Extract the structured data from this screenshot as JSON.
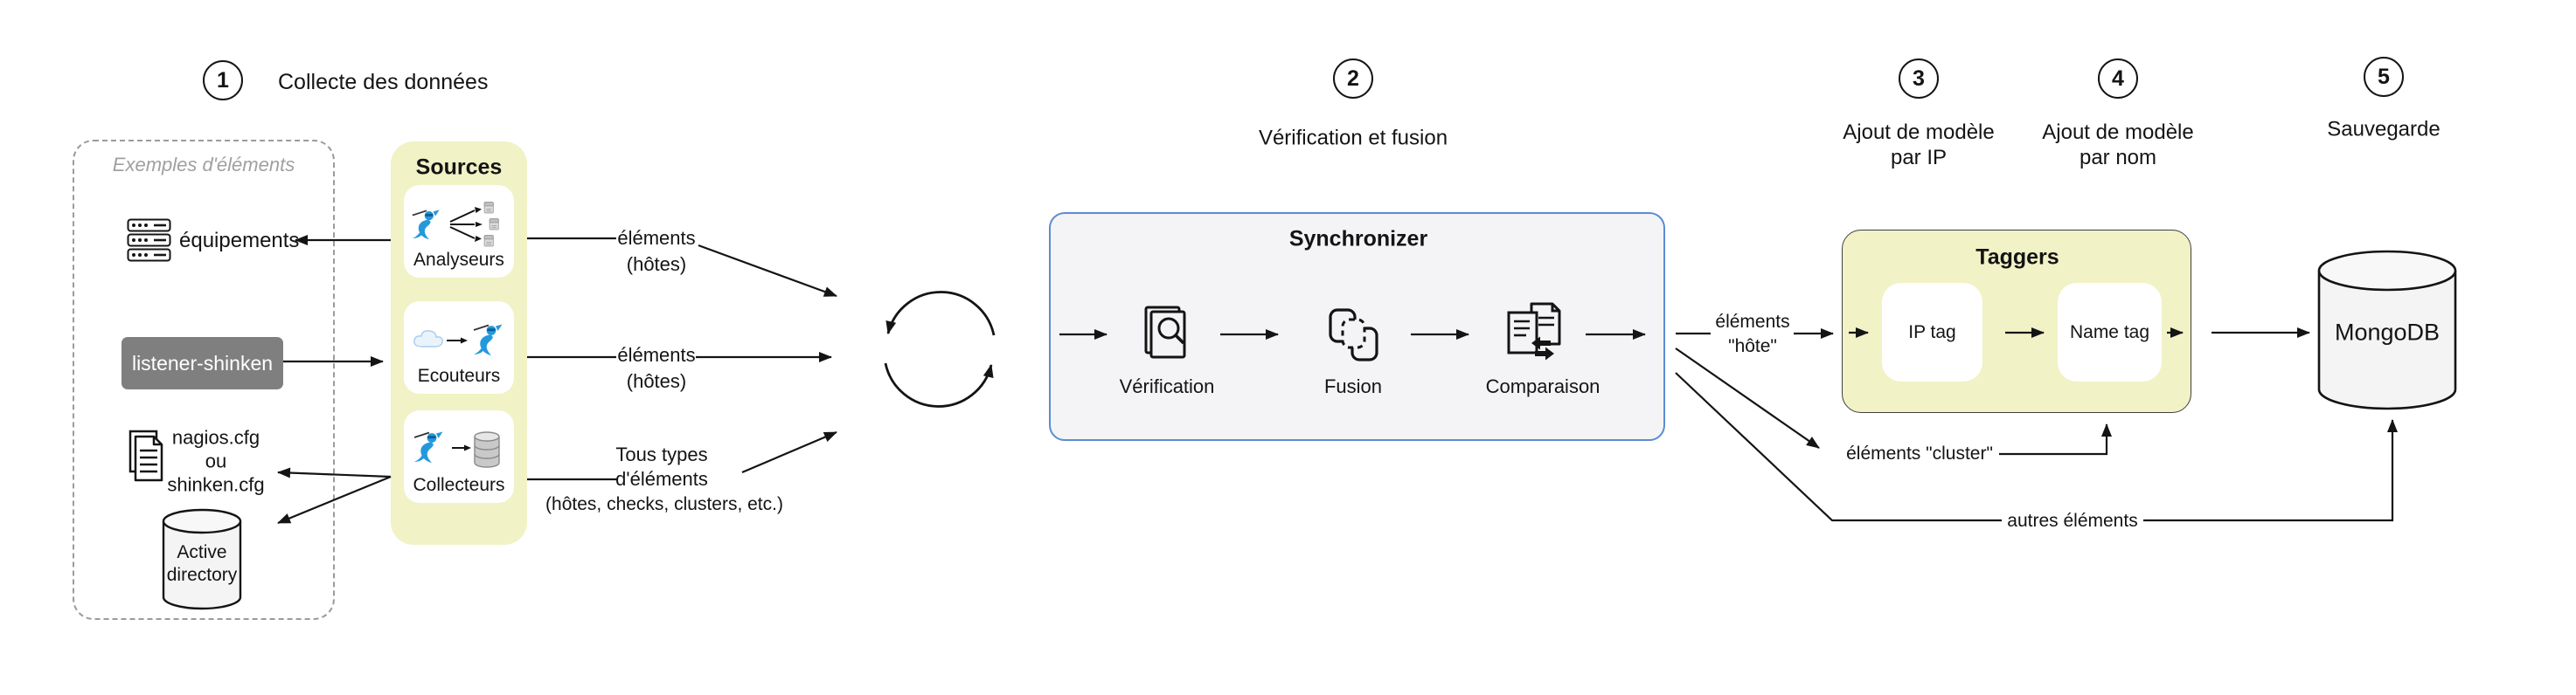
{
  "colors": {
    "panel_yellow": "#f1f2c6",
    "synchronizer_border_blue": "#5b8bd5",
    "synchronizer_fill": "#f4f4f6",
    "listener_gray": "#7f7f7f",
    "shinken_blue": "#2399dc",
    "line_black": "#141414"
  },
  "steps": [
    {
      "num": "1",
      "label": "Collecte des données"
    },
    {
      "num": "2",
      "label": "Vérification et fusion"
    },
    {
      "num": "3",
      "line1": "Ajout de modèle",
      "line2": "par IP"
    },
    {
      "num": "4",
      "line1": "Ajout de modèle",
      "line2": "par nom"
    },
    {
      "num": "5",
      "label": "Sauvegarde"
    }
  ],
  "examples": {
    "title": "Exemples d'éléments",
    "equipements": "équipements",
    "listener": "listener-shinken",
    "config": {
      "line1": "nagios.cfg",
      "line2": "ou",
      "line3": "shinken.cfg"
    },
    "active_directory": {
      "line1": "Active",
      "line2": "directory"
    }
  },
  "sources": {
    "title": "Sources",
    "cards": [
      {
        "label": "Analyseurs"
      },
      {
        "label": "Ecouteurs"
      },
      {
        "label": "Collecteurs"
      }
    ]
  },
  "flow_labels": {
    "analyseurs": {
      "line1": "éléments",
      "line2": "(hôtes)"
    },
    "ecouteurs": {
      "line1": "éléments",
      "line2": "(hôtes)"
    },
    "collecteurs": {
      "line1": "Tous types",
      "line2": "d'éléments",
      "line3": "(hôtes, checks, clusters, etc.)"
    }
  },
  "synchronizer": {
    "title": "Synchronizer",
    "stages": [
      {
        "label": "Vérification"
      },
      {
        "label": "Fusion"
      },
      {
        "label": "Comparaison"
      }
    ]
  },
  "outputs": {
    "hote": {
      "line1": "éléments",
      "line2": "\"hôte\""
    },
    "cluster": "éléments \"cluster\"",
    "autres": "autres éléments"
  },
  "taggers": {
    "title": "Taggers",
    "ip_label": "IP tag",
    "name_label": "Name tag"
  },
  "database": {
    "label": "MongoDB"
  }
}
